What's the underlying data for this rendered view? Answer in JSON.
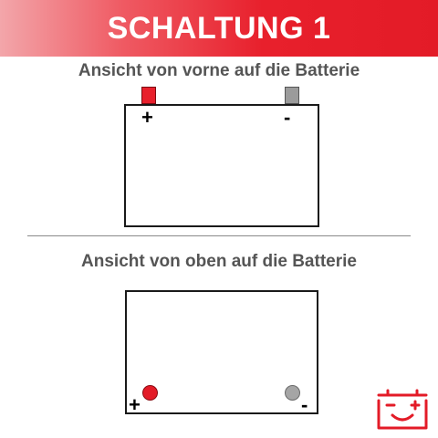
{
  "header": {
    "title": "SCHALTUNG 1"
  },
  "front_view": {
    "caption": "Ansicht von vorne auf die Batterie",
    "plus": "+",
    "minus": "-"
  },
  "top_view": {
    "caption": "Ansicht von oben auf die Batterie",
    "plus": "+",
    "minus": "-"
  },
  "colors": {
    "accent": "#e31b27",
    "negative_terminal": "#9b9b9b",
    "caption_text": "#555555"
  },
  "icons": {
    "logo": "battery-smile-icon"
  }
}
